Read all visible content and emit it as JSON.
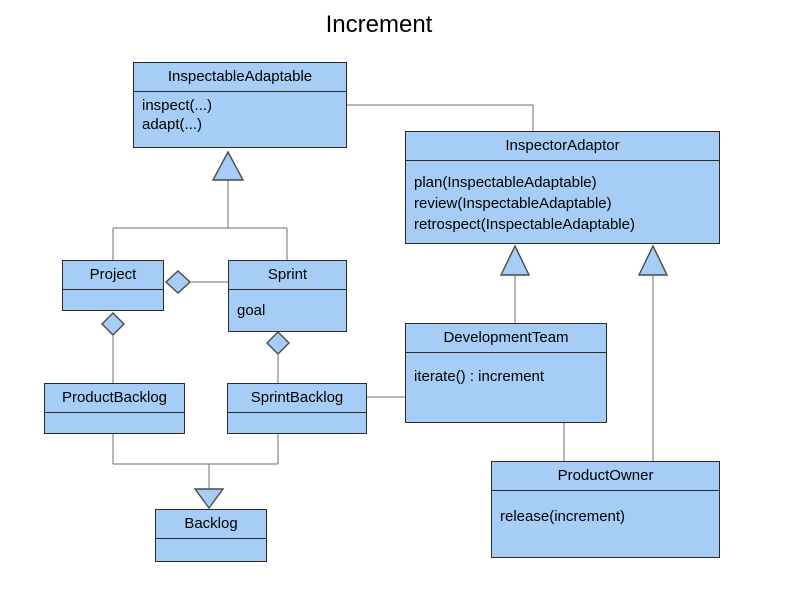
{
  "title": "Increment",
  "colors": {
    "box_fill": "#a6cdf5",
    "box_border": "#2b2b2b",
    "connector_line": "#6e6e6e",
    "shape_outline": "#4a4a4a",
    "text_color": "#000000",
    "background": "#ffffff"
  },
  "classes": {
    "inspectable_adaptable": {
      "name": "InspectableAdaptable",
      "members": [
        "inspect(...)",
        "adapt(...)"
      ]
    },
    "inspector_adaptor": {
      "name": "InspectorAdaptor",
      "members": [
        "plan(InspectableAdaptable)",
        "review(InspectableAdaptable)",
        "retrospect(InspectableAdaptable)"
      ]
    },
    "project": {
      "name": "Project",
      "members": []
    },
    "sprint": {
      "name": "Sprint",
      "members": [
        "goal"
      ]
    },
    "product_backlog": {
      "name": "ProductBacklog",
      "members": []
    },
    "sprint_backlog": {
      "name": "SprintBacklog",
      "members": []
    },
    "development_team": {
      "name": "DevelopmentTeam",
      "members": [
        "iterate() : increment"
      ]
    },
    "product_owner": {
      "name": "ProductOwner",
      "members": [
        "release(increment)"
      ]
    },
    "backlog": {
      "name": "Backlog",
      "members": []
    }
  },
  "relationships": [
    {
      "type": "generalization",
      "from": "Project",
      "to": "InspectableAdaptable"
    },
    {
      "type": "generalization",
      "from": "Sprint",
      "to": "InspectableAdaptable"
    },
    {
      "type": "association",
      "from": "InspectableAdaptable",
      "to": "InspectorAdaptor"
    },
    {
      "type": "aggregation",
      "owner": "Project",
      "part": "Sprint"
    },
    {
      "type": "aggregation",
      "owner": "Project",
      "part": "ProductBacklog"
    },
    {
      "type": "aggregation",
      "owner": "Sprint",
      "part": "SprintBacklog"
    },
    {
      "type": "generalization",
      "from": "ProductBacklog",
      "to": "Backlog"
    },
    {
      "type": "generalization",
      "from": "SprintBacklog",
      "to": "Backlog"
    },
    {
      "type": "association",
      "from": "SprintBacklog",
      "to": "DevelopmentTeam"
    },
    {
      "type": "generalization",
      "from": "DevelopmentTeam",
      "to": "InspectorAdaptor"
    },
    {
      "type": "generalization",
      "from": "ProductOwner",
      "to": "InspectorAdaptor"
    },
    {
      "type": "association",
      "from": "DevelopmentTeam",
      "to": "ProductOwner"
    }
  ]
}
